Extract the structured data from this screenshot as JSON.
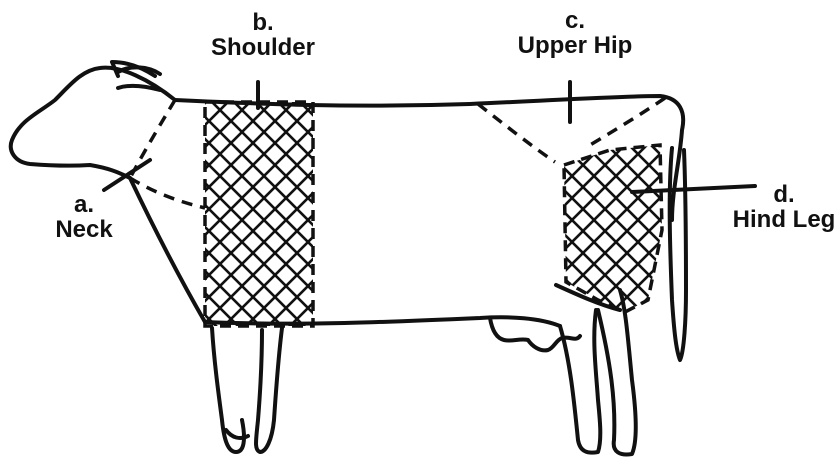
{
  "labels": {
    "neck": {
      "letter": "a.",
      "name": "Neck"
    },
    "shoulder": {
      "letter": "b.",
      "name": "Shoulder"
    },
    "upper_hip": {
      "letter": "c.",
      "name": "Upper Hip"
    },
    "hind_leg": {
      "letter": "d.",
      "name": "Hind Leg"
    }
  },
  "colors": {
    "ink": "#111111",
    "background": "#ffffff"
  }
}
